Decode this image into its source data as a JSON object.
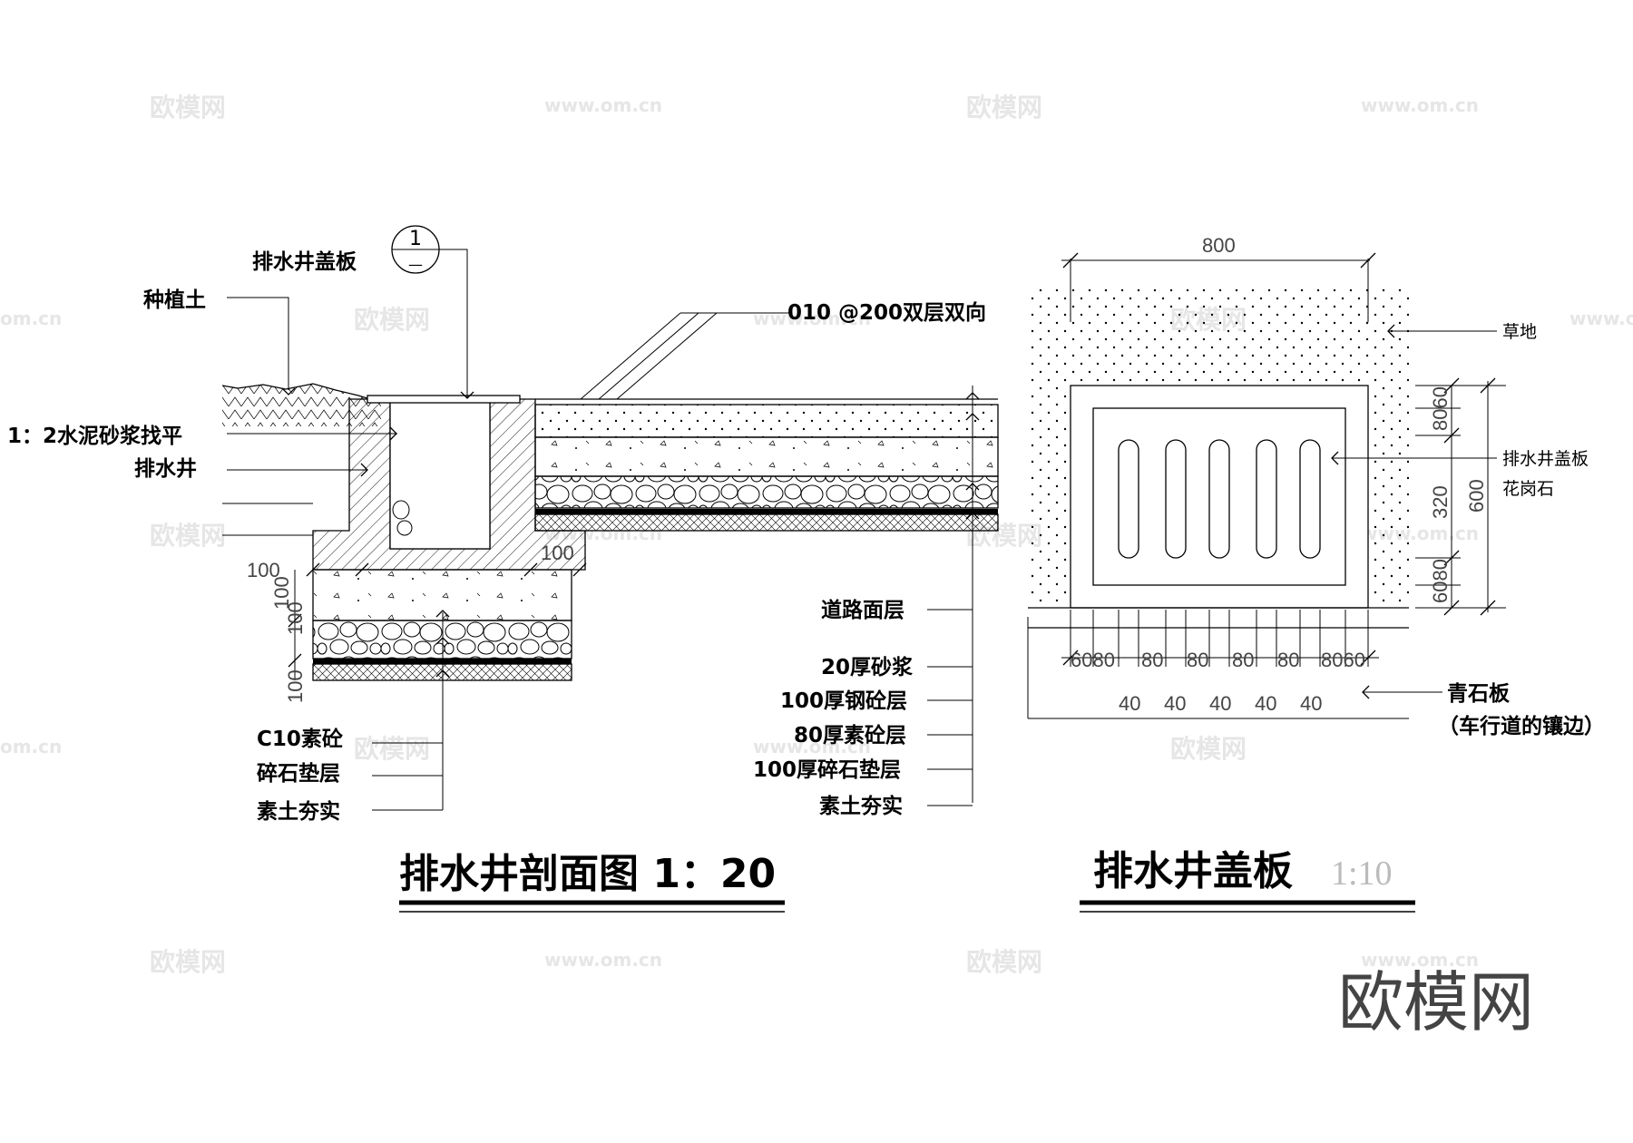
{
  "section_drawing": {
    "title": "排水井剖面图 1：20",
    "labels": {
      "cover": "排水井盖板",
      "marker_num": "1",
      "marker_sub": "—",
      "soil": "种植土",
      "rebar": "010  @200双层双向",
      "mortar_level": "1：2水泥砂浆找平",
      "well": "排水井",
      "c10": "C10素砼",
      "gravel_bed": "碎石垫层",
      "compacted_left": "素土夯实",
      "road_surface": "道路面层",
      "mortar20": "20厚砂浆",
      "rc100": "100厚钢砼层",
      "plain80": "80厚素砼层",
      "gravel100": "100厚碎石垫层",
      "compacted_right": "素土夯实"
    },
    "dims": {
      "left_100": "100",
      "right_100": "100",
      "v_100a": "100",
      "v_100b": "100",
      "v_100c": "100"
    }
  },
  "cover_plan": {
    "title": "排水井盖板",
    "scale": "1:10",
    "labels": {
      "grass": "草地",
      "cover": "排水井盖板",
      "granite": "花岗石",
      "bluestone": "青石板",
      "bluestone_note": "（车行道的镶边）"
    },
    "dims": {
      "top_800": "800",
      "right_8060": "8060",
      "right_320": "320",
      "right_6080": "6080",
      "right_600": "600",
      "bottom_6080": "6080",
      "bottom_80a": "80",
      "bottom_80b": "80",
      "bottom_80c": "80",
      "bottom_80d": "80",
      "bottom_8060": "8060",
      "bottom_40a": "40",
      "bottom_40b": "40",
      "bottom_40c": "40",
      "bottom_40d": "40",
      "bottom_40e": "40"
    }
  },
  "watermarks": {
    "brand": "欧模网",
    "url": "www.om.cn",
    "url_short": "om.cn",
    "url_edge": "www.om."
  }
}
